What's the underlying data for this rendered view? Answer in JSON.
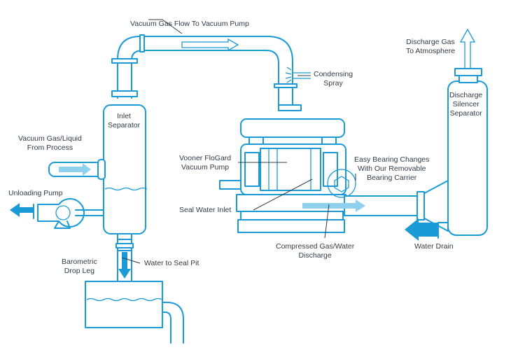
{
  "colors": {
    "line": "#1a9ad6",
    "flow_light": "#8fd0ee",
    "text": "#2f3b45",
    "background": "#ffffff"
  },
  "labels": {
    "vacuum_gas_flow": "Vacuum Gas Flow To Vacuum Pump",
    "condensing_spray": [
      "Condensing",
      "Spray"
    ],
    "discharge_gas": [
      "Discharge Gas",
      "To Atmosphere"
    ],
    "discharge_silencer": [
      "Discharge",
      "Silencer",
      "Separator"
    ],
    "inlet_separator": [
      "Inlet",
      "Separator"
    ],
    "vacuum_gas_liquid": [
      "Vacuum Gas/Liquid",
      "From Process"
    ],
    "vooner_pump": [
      "Vooner FloGard",
      "Vacuum Pump"
    ],
    "easy_bearing": [
      "Easy Bearing Changes",
      "With Our Removable",
      "Bearing Carrier"
    ],
    "unloading_pump": "Unloading Pump",
    "seal_water_inlet": "Seal Water Inlet",
    "water_drain": "Water Drain",
    "compressed_gas": [
      "Compressed Gas/Water",
      "Discharge"
    ],
    "barometric_leg": [
      "Barometric",
      "Drop Leg"
    ],
    "water_to_seal_pit": "Water to Seal Pit"
  }
}
